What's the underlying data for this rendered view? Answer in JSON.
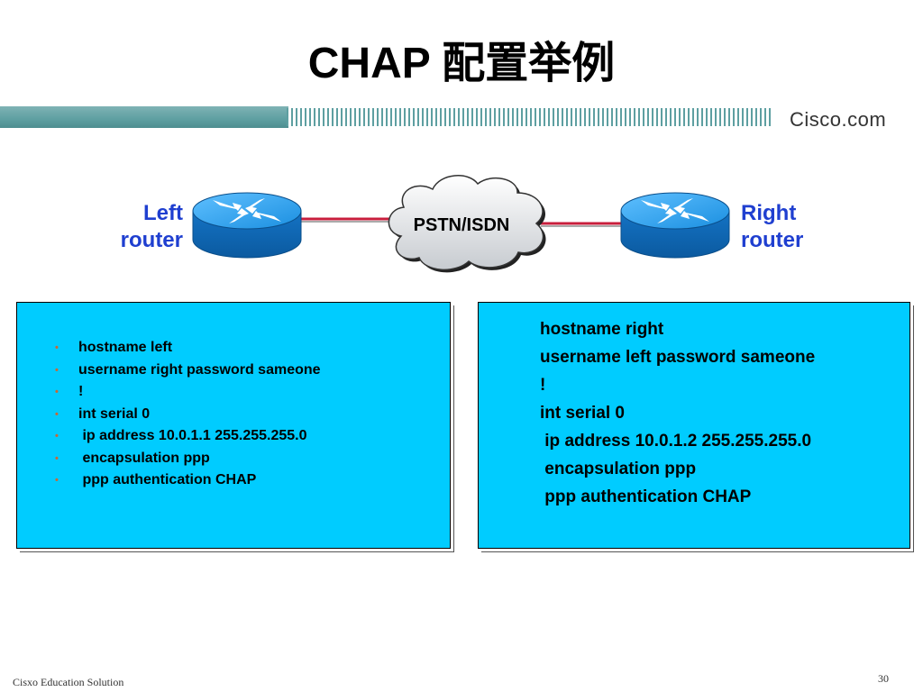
{
  "slide": {
    "title": "CHAP 配置举例",
    "logo_text": "Cisco.com",
    "footer": "Cisxo Education Solution",
    "page_number": "30"
  },
  "diagram": {
    "left_label_line1": "Left",
    "left_label_line2": "router",
    "right_label_line1": "Right",
    "right_label_line2": "router",
    "cloud_label": "PSTN/ISDN",
    "link_color": "#c81e3c",
    "router_color": "#1b8fe0"
  },
  "left_config": {
    "lines": [
      "hostname left",
      "username right password sameone",
      "!",
      "int serial 0",
      " ip address 10.0.1.1 255.255.255.0",
      " encapsulation ppp",
      " ppp authentication CHAP"
    ]
  },
  "right_config": {
    "lines": [
      "hostname right",
      "username left password sameone",
      "!",
      "int serial 0",
      " ip address 10.0.1.2 255.255.255.0",
      " encapsulation ppp",
      " ppp authentication CHAP"
    ]
  },
  "colors": {
    "config_box_bg": "#00ccff",
    "label_blue": "#1f3fd0",
    "banner_teal": "#5e9fa1"
  }
}
